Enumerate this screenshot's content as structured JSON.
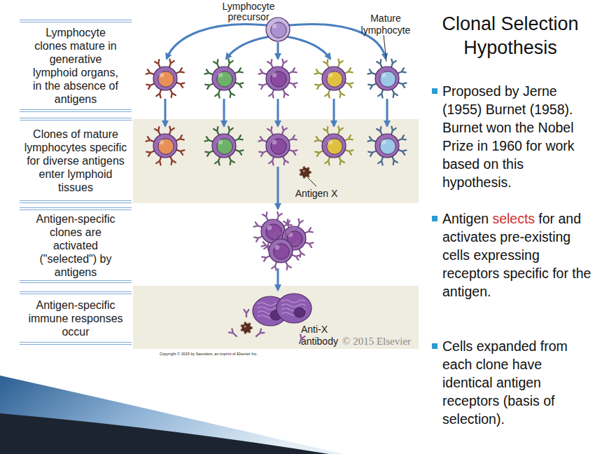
{
  "diagram": {
    "title": "Clonal Selection Hypothesis",
    "nodes": [
      {
        "text": [
          "Lymphocyte clones mature in generative lymphoid organs, in the absence of antigens"
        ]
      },
      {
        "text": [
          "Clones of mature lymphocytes specific for diverse antigens enter lymphoid tissues"
        ]
      },
      {
        "text": [
          "Antigen-specific clones are activated (\"selected\") by antigens"
        ]
      },
      {
        "text": [
          "Antigen-specific immune responses occur"
        ]
      },
      {
        "text": [
          "Lymphocyte precursor"
        ]
      }
    ],
    "labels": [
      "Mature lymphocyte",
      "Antigen X",
      "Anti-X antibody",
      "© 2015 Elsevier",
      "Copyright © 2015 by Saunders, an imprint of Elsevier Inc.",
      "Proposed by Jerne (1955) Burnet (1958). Burnet won the Nobel Prize in 1960 for work based on this hypothesis.",
      "Antigen",
      "selects",
      "for and activates pre-existing cells expressing receptors specific for the antigen.",
      "Cells expanded from each clone have identical antigen receptors (basis of selection)."
    ]
  }
}
